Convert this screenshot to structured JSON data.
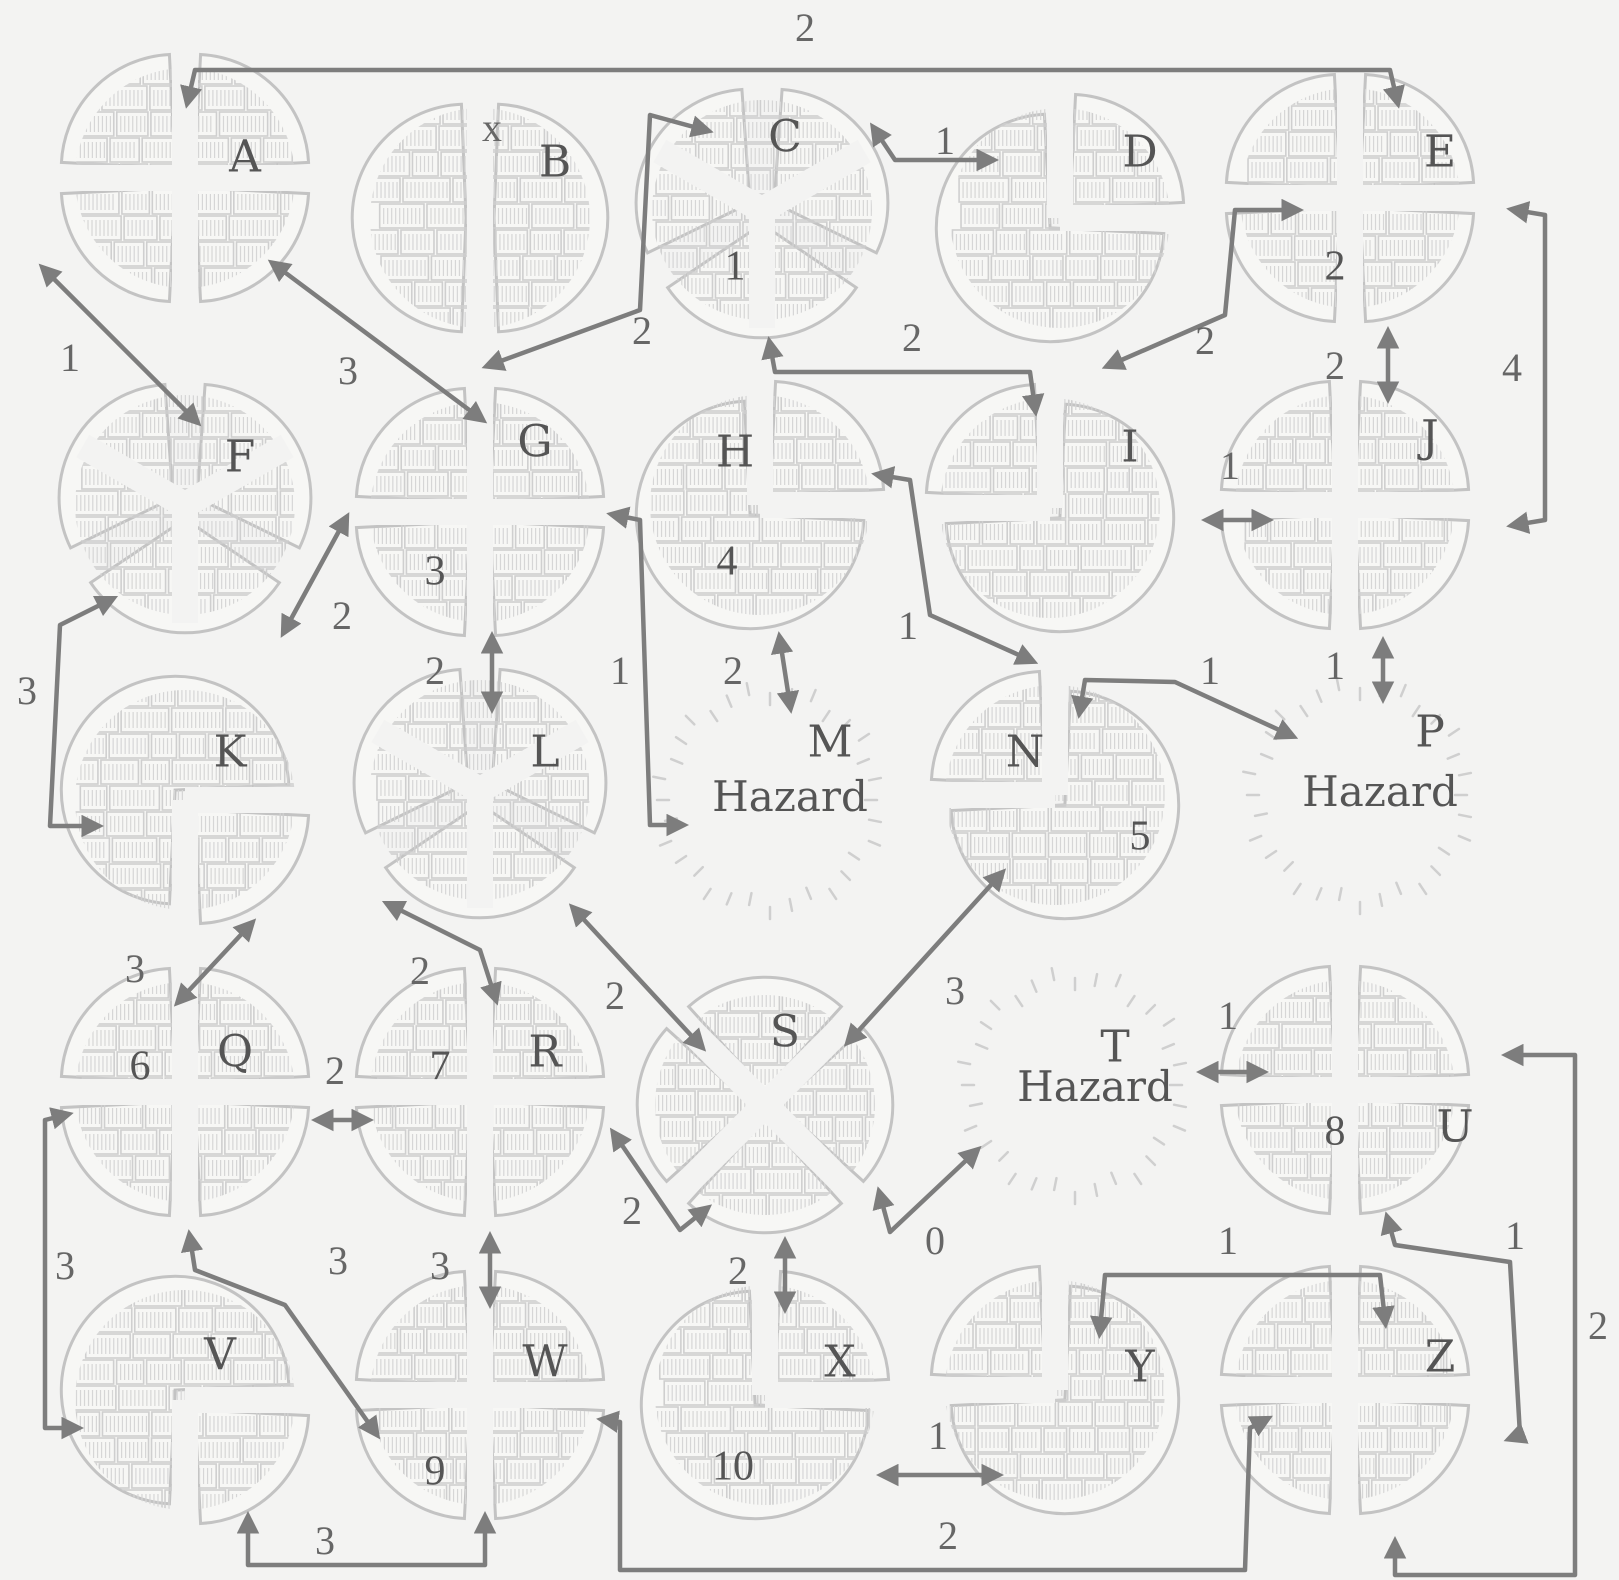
{
  "districts": [
    {
      "id": "A",
      "label": "A",
      "number": ""
    },
    {
      "id": "B",
      "label": "B",
      "number": ""
    },
    {
      "id": "C",
      "label": "C",
      "number": "1"
    },
    {
      "id": "D",
      "label": "D",
      "number": ""
    },
    {
      "id": "E",
      "label": "E",
      "number": "2"
    },
    {
      "id": "F",
      "label": "F",
      "number": ""
    },
    {
      "id": "G",
      "label": "G",
      "number": "3"
    },
    {
      "id": "H",
      "label": "H",
      "number": "4"
    },
    {
      "id": "I",
      "label": "I",
      "number": ""
    },
    {
      "id": "J",
      "label": "J",
      "number": ""
    },
    {
      "id": "K",
      "label": "K",
      "number": ""
    },
    {
      "id": "L",
      "label": "L",
      "number": ""
    },
    {
      "id": "N",
      "label": "N",
      "number": "5"
    },
    {
      "id": "Q",
      "label": "Q",
      "number": "6"
    },
    {
      "id": "R",
      "label": "R",
      "number": "7"
    },
    {
      "id": "S",
      "label": "S",
      "number": ""
    },
    {
      "id": "U",
      "label": "U",
      "number": "8"
    },
    {
      "id": "V",
      "label": "V",
      "number": ""
    },
    {
      "id": "W",
      "label": "W",
      "number": "9"
    },
    {
      "id": "X",
      "label": "X",
      "number": "10"
    },
    {
      "id": "Y",
      "label": "Y",
      "number": ""
    },
    {
      "id": "Z",
      "label": "Z",
      "number": ""
    }
  ],
  "hazards": [
    {
      "id": "M",
      "label": "M",
      "text": "Hazard"
    },
    {
      "id": "P",
      "label": "P",
      "text": "Hazard"
    },
    {
      "id": "T",
      "label": "T",
      "text": "Hazard"
    }
  ],
  "marker_x": "x",
  "routes": [
    {
      "from": "A",
      "to": "E",
      "cost": "2"
    },
    {
      "from": "A",
      "to": "F",
      "cost": "1"
    },
    {
      "from": "A",
      "to": "G",
      "cost": "3"
    },
    {
      "from": "B",
      "to": "C",
      "cost": "2"
    },
    {
      "from": "C",
      "to": "D",
      "cost": "1"
    },
    {
      "from": "C",
      "to": "I",
      "cost": "2"
    },
    {
      "from": "D",
      "to": "E",
      "cost": "2"
    },
    {
      "from": "E",
      "to": "J",
      "cost": "2"
    },
    {
      "from": "E",
      "to": "J",
      "cost": "4"
    },
    {
      "from": "F",
      "to": "G",
      "cost": "2"
    },
    {
      "from": "F",
      "to": "K",
      "cost": "3"
    },
    {
      "from": "G",
      "to": "L",
      "cost": "2"
    },
    {
      "from": "G",
      "to": "M",
      "cost": "1"
    },
    {
      "from": "H",
      "to": "M",
      "cost": "2"
    },
    {
      "from": "H",
      "to": "N",
      "cost": "1"
    },
    {
      "from": "I",
      "to": "J",
      "cost": "1"
    },
    {
      "from": "N",
      "to": "P",
      "cost": "1"
    },
    {
      "from": "J",
      "to": "P",
      "cost": "1"
    },
    {
      "from": "K",
      "to": "Q",
      "cost": "3"
    },
    {
      "from": "L",
      "to": "R",
      "cost": "2"
    },
    {
      "from": "L",
      "to": "S",
      "cost": "2"
    },
    {
      "from": "N",
      "to": "S",
      "cost": "3"
    },
    {
      "from": "Q",
      "to": "R",
      "cost": "2"
    },
    {
      "from": "Q",
      "to": "V",
      "cost": "3"
    },
    {
      "from": "Q",
      "to": "W",
      "cost": "3"
    },
    {
      "from": "R",
      "to": "W",
      "cost": "3"
    },
    {
      "from": "R",
      "to": "S",
      "cost": "2"
    },
    {
      "from": "S",
      "to": "T",
      "cost": "0"
    },
    {
      "from": "S",
      "to": "X",
      "cost": "2"
    },
    {
      "from": "T",
      "to": "U",
      "cost": "1"
    },
    {
      "from": "U",
      "to": "Z",
      "cost": "1"
    },
    {
      "from": "U",
      "to": "Z",
      "cost": "2"
    },
    {
      "from": "Y",
      "to": "Z",
      "cost": "1"
    },
    {
      "from": "X",
      "to": "Y",
      "cost": "1"
    },
    {
      "from": "V",
      "to": "W",
      "cost": "3"
    },
    {
      "from": "W",
      "to": "Z",
      "cost": "2"
    }
  ]
}
